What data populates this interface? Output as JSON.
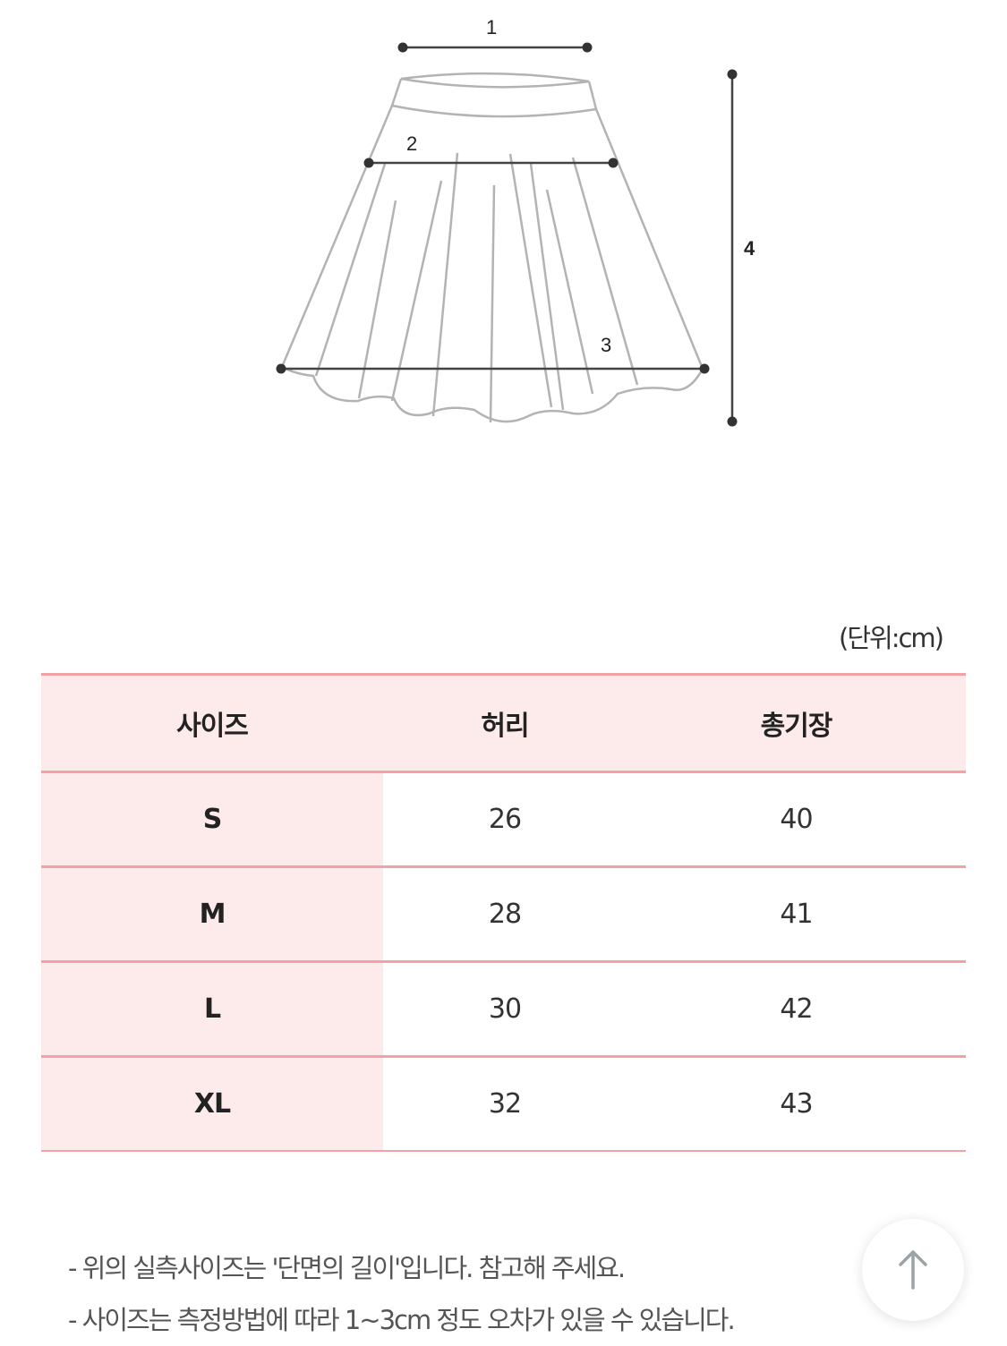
{
  "diagram": {
    "labels": {
      "waist": "1",
      "hip": "2",
      "hem": "3",
      "length": "4"
    },
    "line_color": "#b0b0b0",
    "marker_color": "#333333"
  },
  "unit_label": "(단위:cm)",
  "table": {
    "headers": [
      "사이즈",
      "허리",
      "총기장"
    ],
    "rows": [
      {
        "size": "S",
        "waist": "26",
        "length": "40"
      },
      {
        "size": "M",
        "waist": "28",
        "length": "41"
      },
      {
        "size": "L",
        "waist": "30",
        "length": "42"
      },
      {
        "size": "XL",
        "waist": "32",
        "length": "43"
      }
    ],
    "accent_color": "#f2a2a4",
    "fill_color": "#fdeaeb"
  },
  "notes": [
    "- 위의 실측사이즈는 '단면의 길이'입니다. 참고해 주세요.",
    "- 사이즈는 측정방법에 따라 1~3cm 정도 오차가 있을 수 있습니다."
  ],
  "scroll_top_button": {
    "icon": "arrow-up-icon"
  }
}
